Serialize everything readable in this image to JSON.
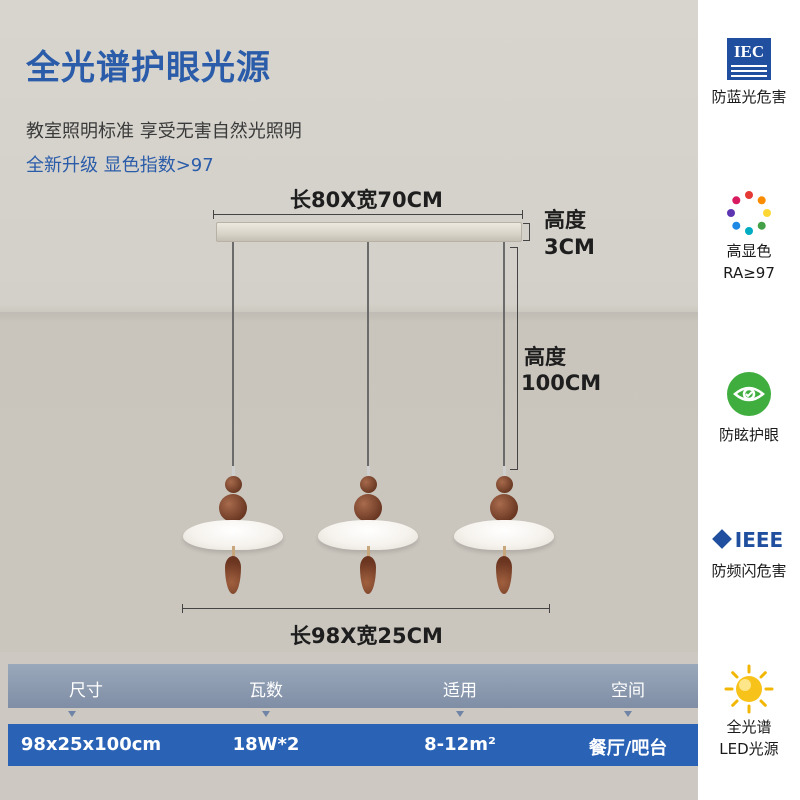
{
  "header": {
    "title": "全光谱护眼光源",
    "subtitle1": "教室照明标准 享受无害自然光照明",
    "subtitle2": "全新升级 显色指数>97"
  },
  "dimensions": {
    "top": "长80X宽70CM",
    "bottom": "长98X宽25CM",
    "canopy_height_label": "高度",
    "canopy_height_value": "3CM",
    "drop_height_label": "高度",
    "drop_height_value": "100CM"
  },
  "specs": {
    "headers": [
      "尺寸",
      "瓦数",
      "适用",
      "空间"
    ],
    "values": [
      "98x25x100cm",
      "18W*2",
      "8-12m²",
      "餐厅/吧台"
    ]
  },
  "features": [
    {
      "icon": "iec-logo-icon",
      "logo_text": "IEC",
      "label": "防蓝光危害"
    },
    {
      "icon": "color-wheel-icon",
      "label": "高显色",
      "label2": "RA≥97"
    },
    {
      "icon": "eye-protection-icon",
      "label": "防眩护眼"
    },
    {
      "icon": "ieee-logo-icon",
      "logo_text": "IEEE",
      "label": "防频闪危害"
    },
    {
      "icon": "sun-icon",
      "label": "全光谱",
      "label2": "LED光源"
    }
  ],
  "colors": {
    "accent_blue": "#2a5caa",
    "table_value_bg": "#2a62b5",
    "table_header_bg": "#8a99af",
    "wood": "#7a4329"
  }
}
